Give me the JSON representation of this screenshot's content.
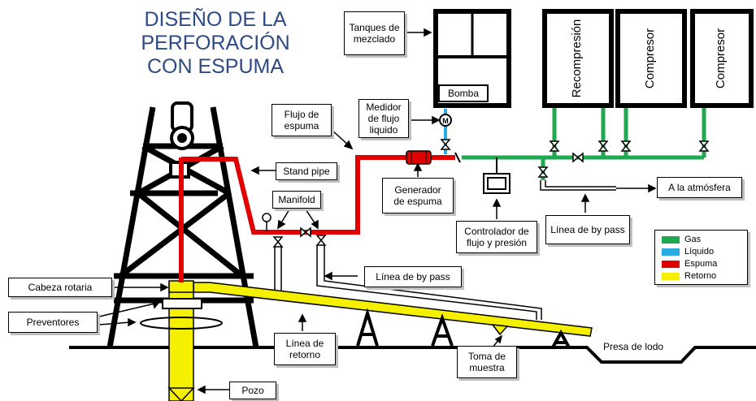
{
  "title": {
    "line1": "DISEÑO DE LA",
    "line2": "PERFORACIÓN",
    "line3": "CON ESPUMA"
  },
  "labels": {
    "tanques": "Tanques de mezclado",
    "bomba": "Bomba",
    "medidor": "Medidor de flujo liquido",
    "flujo_espuma": "Flujo de espuma",
    "stand_pipe": "Stand pipe",
    "manifold": "Manifold",
    "generador": "Generador de espuma",
    "controlador": "Controlador de flujo y presión",
    "bypass_right": "Línea de by pass",
    "bypass_center": "Línea de by pass",
    "atmosfera": "A la atmósfera",
    "recompresion": "Recompresión",
    "compresor1": "Compresor",
    "compresor2": "Compresor",
    "cabeza_rotaria": "Cabeza rotaria",
    "preventores": "Preventores",
    "linea_retorno": "Línea de retorno",
    "toma_muestra": "Toma de muestra",
    "presa_lodo": "Presa de lodo",
    "pozo": "Pozo",
    "meter_symbol": "M"
  },
  "legend": [
    {
      "label": "Gas",
      "color": "#1fa84f"
    },
    {
      "label": "Líquido",
      "color": "#29abe2"
    },
    {
      "label": "Espuma",
      "color": "#e00000"
    },
    {
      "label": "Retorno",
      "color": "#f5f000"
    }
  ],
  "colors": {
    "gas": "#1fa84f",
    "liquid": "#29abe2",
    "foam": "#e00000",
    "return": "#f5f000",
    "title": "#2e4a86"
  }
}
